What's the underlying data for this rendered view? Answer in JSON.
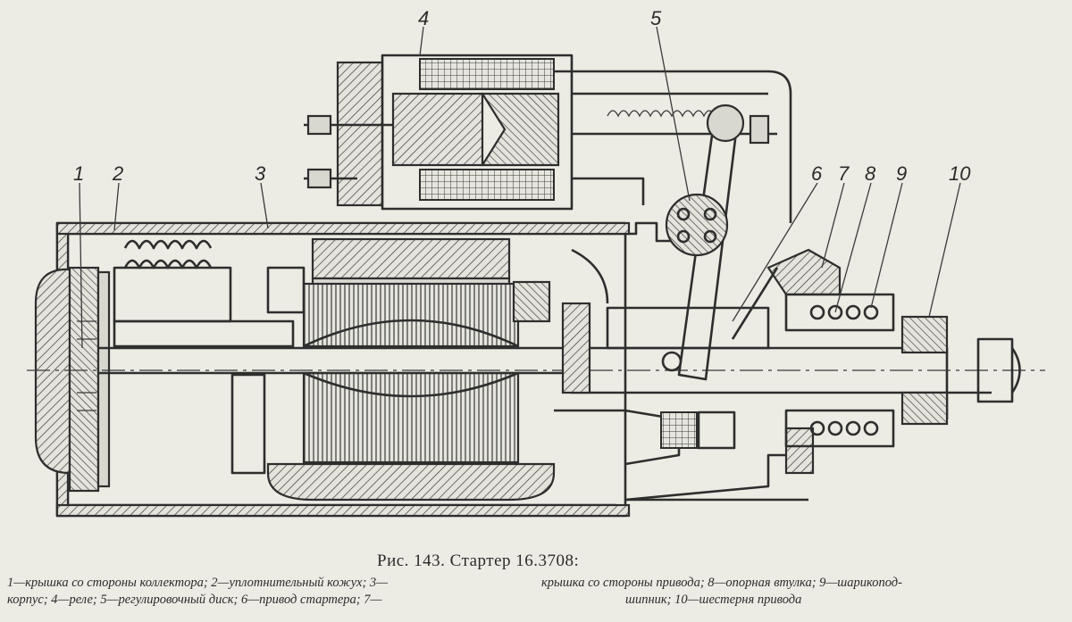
{
  "diagram": {
    "callouts": [
      "1",
      "2",
      "3",
      "4",
      "5",
      "6",
      "7",
      "8",
      "9",
      "10"
    ]
  },
  "caption": {
    "title": "Рис. 143. Стартер 16.3708:",
    "legend_line_1_left": "1—крышка со стороны коллектора; 2—уплотнительный кожух; 3—",
    "legend_line_1_right": "крышка со стороны привода; 8—опорная втулка; 9—шарикопод-",
    "legend_line_2_left": "корпус; 4—реле; 5—регулировочный диск; 6—привод стартера; 7—",
    "legend_line_2_right": "шипник; 10—шестерня привода"
  }
}
